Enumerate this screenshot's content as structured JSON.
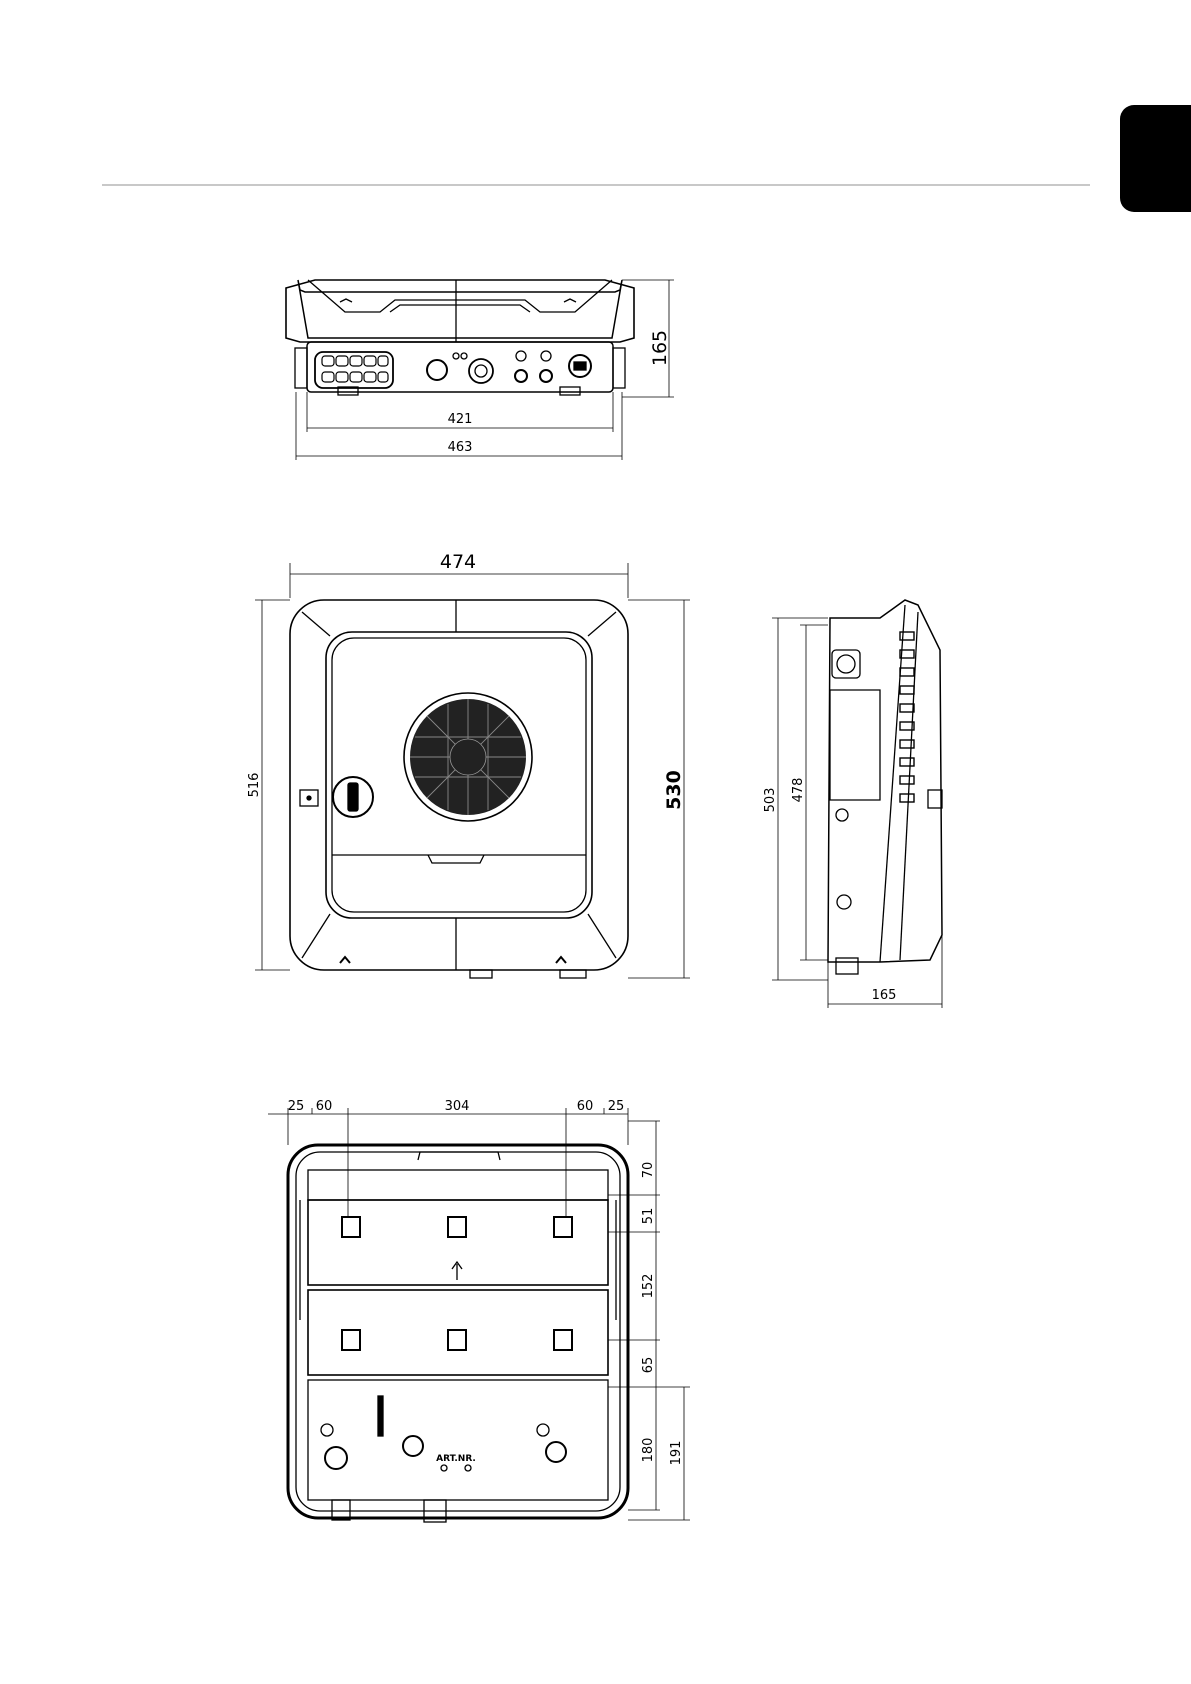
{
  "top_view": {
    "height_dim": "165",
    "width_inner_dim": "421",
    "width_outer_dim": "463"
  },
  "front_view": {
    "width_dim": "474",
    "height_left_dim": "516",
    "height_right_dim": "530"
  },
  "side_view": {
    "height_outer_dim": "503",
    "height_inner_dim": "478",
    "depth_dim": "165"
  },
  "back_view": {
    "top_dims": [
      "25",
      "60",
      "304",
      "60",
      "25"
    ],
    "right_dims": [
      "70",
      "51",
      "152",
      "65",
      "180",
      "191"
    ],
    "plate_label": "ART.NR."
  }
}
